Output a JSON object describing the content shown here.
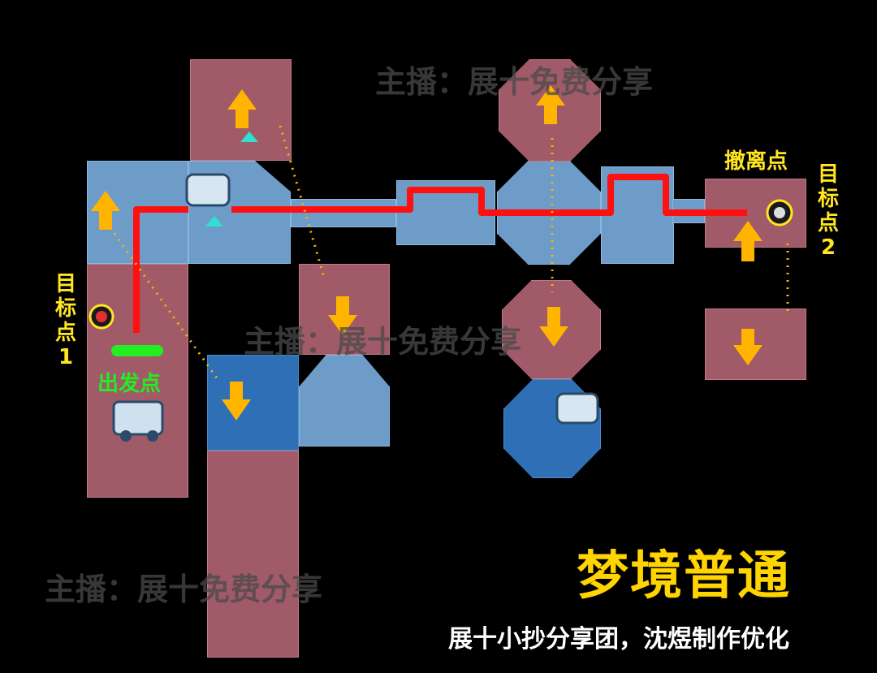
{
  "title": "梦境普通",
  "credit": "展十小抄分享团，沈煜制作优化",
  "labels": {
    "start": "出发点",
    "evac": "撤离点",
    "target1": "目\n标\n点\n1",
    "target2": "目\n标\n点\n2"
  },
  "watermark": "主播：展十免费分享",
  "colors": {
    "route": "#ff1010",
    "label_yellow": "#ffe620",
    "start_green": "#22ee22",
    "arrow": "#ffb400",
    "dotted_path": "#ffb400",
    "room_red": "#a05a68",
    "room_blue": "#6e9cc9"
  }
}
